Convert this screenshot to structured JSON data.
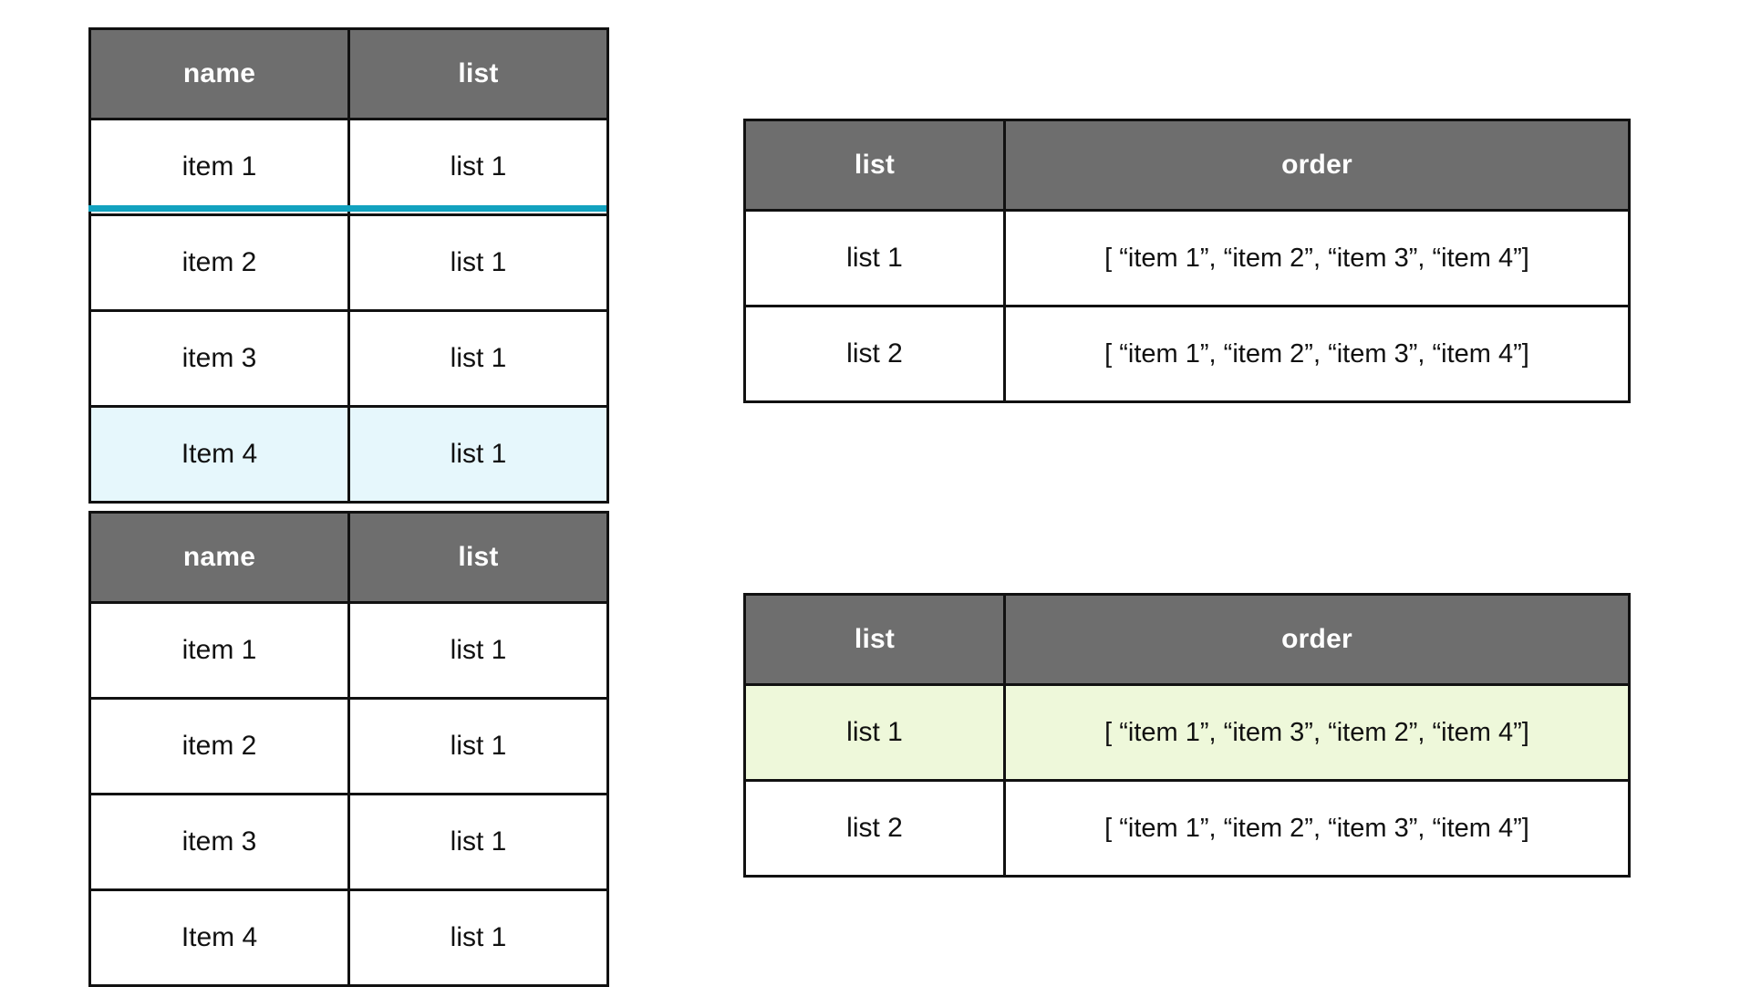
{
  "colors": {
    "header_background": "#6e6e6e",
    "header_text": "#ffffff",
    "border": "#111111",
    "cell_background": "#ffffff",
    "drop_indicator": "#12a2bf",
    "highlight_cyan": "#e6f7fc",
    "highlight_green": "#eef8da"
  },
  "tables": {
    "items_before": {
      "columns": [
        "name",
        "list"
      ],
      "rows": [
        {
          "name": "item 1",
          "list": "list 1",
          "highlight": "none"
        },
        {
          "name": "item 2",
          "list": "list 1",
          "highlight": "none"
        },
        {
          "name": "item 3",
          "list": "list 1",
          "highlight": "none"
        },
        {
          "name": "Item 4",
          "list": "list 1",
          "highlight": "cyan"
        }
      ],
      "drop_indicator": {
        "visible": true,
        "after_row_index": 0
      }
    },
    "items_after": {
      "columns": [
        "name",
        "list"
      ],
      "rows": [
        {
          "name": "item 1",
          "list": "list 1",
          "highlight": "none"
        },
        {
          "name": "item 2",
          "list": "list 1",
          "highlight": "none"
        },
        {
          "name": "item 3",
          "list": "list 1",
          "highlight": "none"
        },
        {
          "name": "Item 4",
          "list": "list 1",
          "highlight": "none"
        }
      ],
      "drop_indicator": {
        "visible": false,
        "after_row_index": -1
      }
    },
    "order_before": {
      "columns": [
        "list",
        "order"
      ],
      "rows": [
        {
          "list": "list 1",
          "order": "[ “item 1”, “item 2”, “item 3”, “item 4”]",
          "highlight": "none"
        },
        {
          "list": "list 2",
          "order": "[ “item 1”, “item 2”, “item 3”, “item 4”]",
          "highlight": "none"
        }
      ]
    },
    "order_after": {
      "columns": [
        "list",
        "order"
      ],
      "rows": [
        {
          "list": "list 1",
          "order": "[ “item 1”, “item 3”, “item 2”, “item 4”]",
          "highlight": "green"
        },
        {
          "list": "list 2",
          "order": "[ “item 1”, “item 2”, “item 3”, “item 4”]",
          "highlight": "none"
        }
      ]
    }
  }
}
